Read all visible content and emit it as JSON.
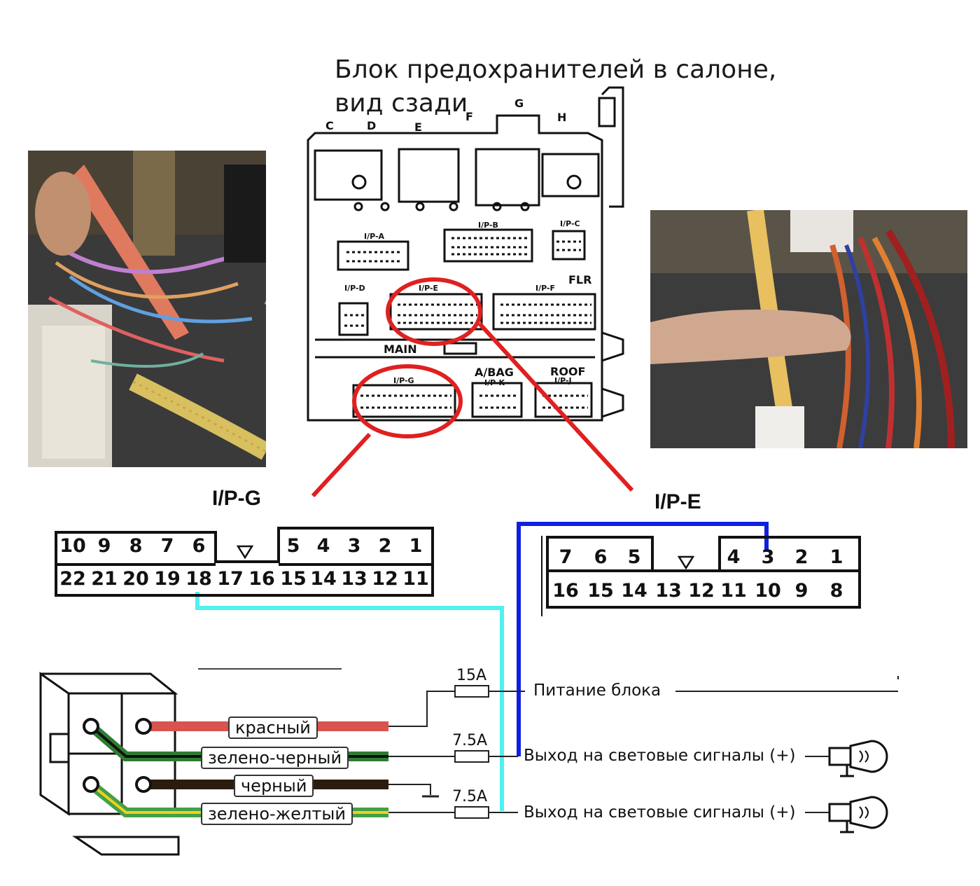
{
  "title": {
    "line1": "Блок предохранителей в салоне,",
    "line2": "вид сзади"
  },
  "fuse_box": {
    "top_letters": [
      "C",
      "D",
      "E",
      "F",
      "G",
      "H"
    ],
    "connectors": [
      "I/P-A",
      "I/P-B",
      "I/P-C",
      "I/P-D",
      "I/P-E",
      "I/P-F",
      "I/P-G",
      "I/P-K",
      "I/P-J"
    ],
    "labels": {
      "flr": "FLR",
      "main": "MAIN",
      "abag": "A/BAG",
      "roof": "ROOF"
    }
  },
  "connector_g": {
    "title": "I/P-G",
    "top_row": [
      "10",
      "9",
      "8",
      "7",
      "6",
      "5",
      "4",
      "3",
      "2",
      "1"
    ],
    "bottom_row": [
      "22",
      "21",
      "20",
      "19",
      "18",
      "17",
      "16",
      "15",
      "14",
      "13",
      "12",
      "11"
    ]
  },
  "connector_e": {
    "title": "I/P-E",
    "top_row": [
      "7",
      "6",
      "5",
      "4",
      "3",
      "2",
      "1"
    ],
    "bottom_row": [
      "16",
      "15",
      "14",
      "13",
      "12",
      "11",
      "10",
      "9",
      "8"
    ]
  },
  "wiring": {
    "wires": [
      {
        "label": "красный",
        "color": "#d9534f"
      },
      {
        "label": "зелено-черный",
        "color": "#2e7d32"
      },
      {
        "label": "черный",
        "color": "#2b1d0e"
      },
      {
        "label": "зелено-желтый",
        "color": "#43a047"
      }
    ],
    "fuses": [
      "15A",
      "7.5A",
      "7.5A"
    ],
    "outputs": [
      "Питание блока",
      "Выход на световые сигналы (+)",
      "Выход на световые сигналы (+)"
    ]
  },
  "colors": {
    "highlight_red": "#e02020",
    "cyan_line": "#4ff0f0",
    "blue_line": "#1020e0"
  }
}
